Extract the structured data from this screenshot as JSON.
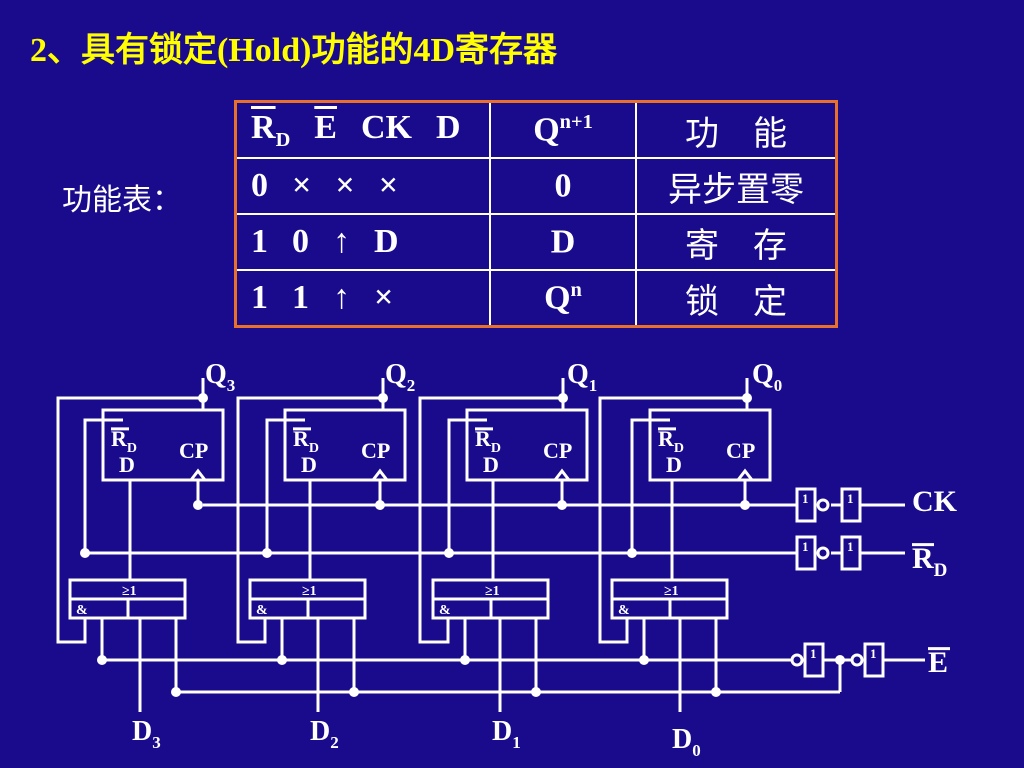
{
  "title": "2、具有锁定(Hold)功能的4D寄存器",
  "table_label": "功能表：",
  "table": {
    "header": {
      "rd": "R",
      "rd_sub": "D",
      "e": "E",
      "ck": "CK",
      "d": "D",
      "q": "Q",
      "q_sup": "n+1",
      "func": "功　能"
    },
    "rows": [
      {
        "rd": "0",
        "e": "×",
        "ck": "×",
        "d": "×",
        "q": "0",
        "q_sup": "",
        "func": "异步置零"
      },
      {
        "rd": "1",
        "e": "0",
        "ck": "↑",
        "d": "D",
        "q": "D",
        "q_sup": "",
        "func": "寄　存"
      },
      {
        "rd": "1",
        "e": "1",
        "ck": "↑",
        "d": "×",
        "q": "Q",
        "q_sup": "n",
        "func": "锁　定"
      }
    ]
  },
  "circuit": {
    "outputs": [
      {
        "label": "Q",
        "sub": "3"
      },
      {
        "label": "Q",
        "sub": "2"
      },
      {
        "label": "Q",
        "sub": "1"
      },
      {
        "label": "Q",
        "sub": "0"
      }
    ],
    "inputs": [
      {
        "label": "D",
        "sub": "3"
      },
      {
        "label": "D",
        "sub": "2"
      },
      {
        "label": "D",
        "sub": "1"
      },
      {
        "label": "D",
        "sub": "0"
      }
    ],
    "ff_labels": {
      "rd": "R",
      "rd_sub": "D",
      "cp": "CP",
      "d": "D"
    },
    "gate_labels": {
      "or": "≥1",
      "and": "&",
      "buf": "1"
    },
    "controls": {
      "ck": "CK",
      "rd": "R",
      "rd_sub": "D",
      "e": "E"
    }
  },
  "colors": {
    "background": "#1a0a8c",
    "title": "#ffff00",
    "text": "#ffffff",
    "table_border": "#e8702a"
  }
}
